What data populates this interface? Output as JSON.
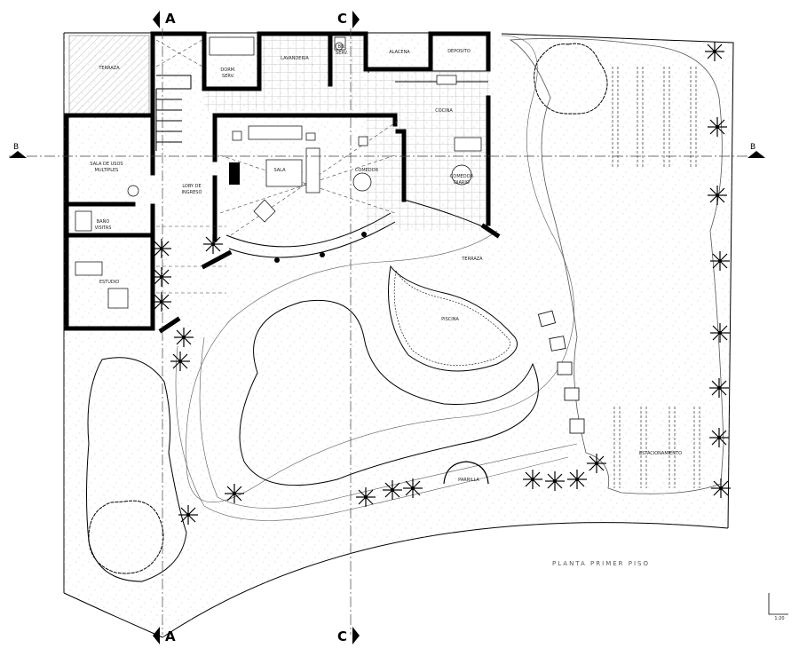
{
  "drawing": {
    "title": "PLANTA PRIMER PISO",
    "scale_note": "1:20"
  },
  "sections": {
    "a_top": "A",
    "a_bottom": "A",
    "c_top": "C",
    "c_bottom": "C",
    "b_left": "B",
    "b_right": "B"
  },
  "rooms": {
    "terraza_top": "TERRAZA",
    "dorm_serv_1": "DORM.",
    "dorm_serv_2": "SERV.",
    "lavanderia": "LAVANDERIA",
    "bn_serv_1": "BN.",
    "bn_serv_2": "SERV.",
    "alacena": "ALACENA",
    "deposito": "DEPOSITO",
    "cocina": "COCINA",
    "sala_usos_1": "SALA DE USOS",
    "sala_usos_2": "MULTIPLES",
    "lobby_1": "LOBY DE",
    "lobby_2": "INGRESO",
    "sala": "SALA",
    "comedor": "COMEDOR",
    "comedor_diario_1": "COMEDOR",
    "comedor_diario_2": "DIARIO",
    "bano_visitas_1": "BAÑO",
    "bano_visitas_2": "VISITAS",
    "estudio": "ESTUDIO",
    "terraza": "TERRAZA",
    "piscina": "PISCINA",
    "parrilla": "PARRILLA",
    "estacionamiento": "ESTACIONAMIENTO"
  }
}
